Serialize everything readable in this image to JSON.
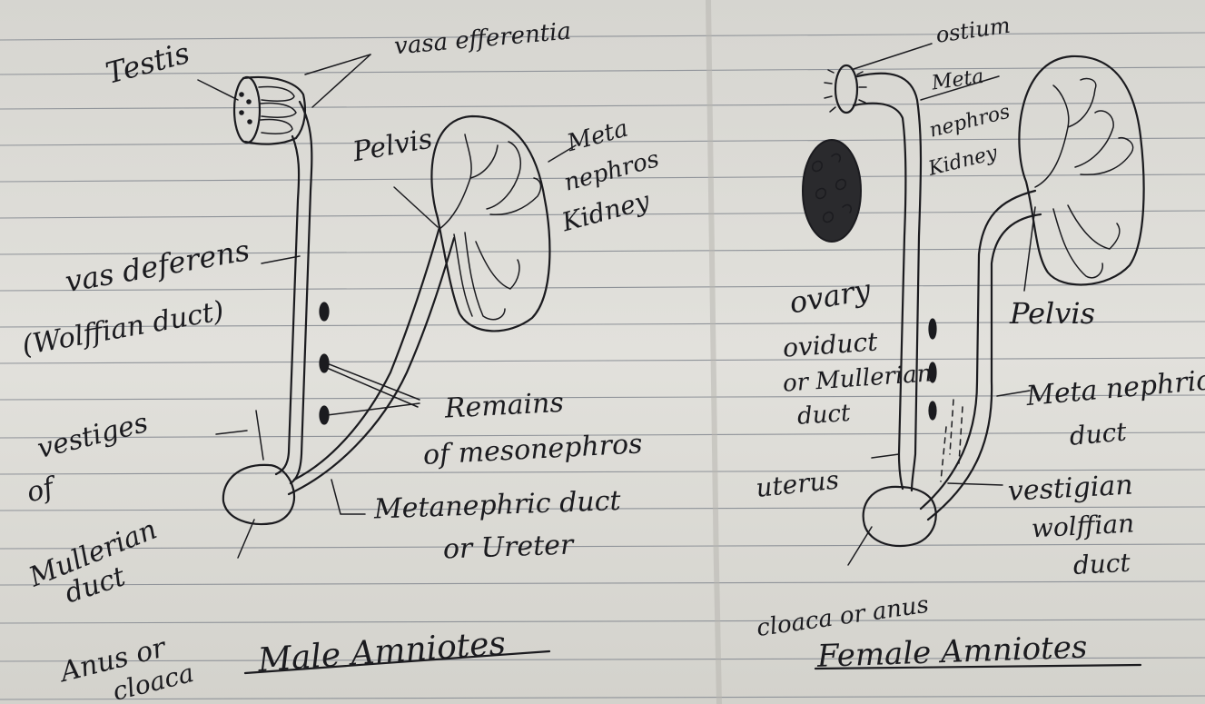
{
  "paper": {
    "background": "#dddcd7",
    "rule_color": "#8f9399",
    "ink_color": "#1b1b1f"
  },
  "male": {
    "title": "Male Amniotes",
    "labels": {
      "testis": "Testis",
      "vasa_efferentia": "vasa efferentia",
      "pelvis": "Pelvis",
      "kidney_1": "Meta",
      "kidney_2": "nephros",
      "kidney_3": "Kidney",
      "vas_deferens_1": "vas deferens",
      "vas_deferens_2": "(Wolffian duct)",
      "vestiges_1": "vestiges",
      "vestiges_2": "of",
      "vestiges_3": "Mullerian",
      "vestiges_4": "duct",
      "remains_1": "Remains",
      "remains_2": "of mesonephros",
      "ureter_1": "Metanephric duct",
      "ureter_2": "or Ureter",
      "cloaca_1": "Anus or",
      "cloaca_2": "cloaca"
    }
  },
  "female": {
    "title": "Female Amniotes",
    "labels": {
      "ostium": "ostium",
      "kidney_1": "Meta",
      "kidney_2": "nephros",
      "kidney_3": "Kidney",
      "ovary": "ovary",
      "pelvis": "Pelvis",
      "oviduct_1": "oviduct",
      "oviduct_2": "or Mullerian",
      "oviduct_3": "duct",
      "metanephric_duct_1": "Meta nephric",
      "metanephric_duct_2": "duct",
      "uterus": "uterus",
      "vestigial_1": "vestigian",
      "vestigial_2": "wolffian",
      "vestigial_3": "duct",
      "cloaca": "cloaca or anus"
    }
  }
}
